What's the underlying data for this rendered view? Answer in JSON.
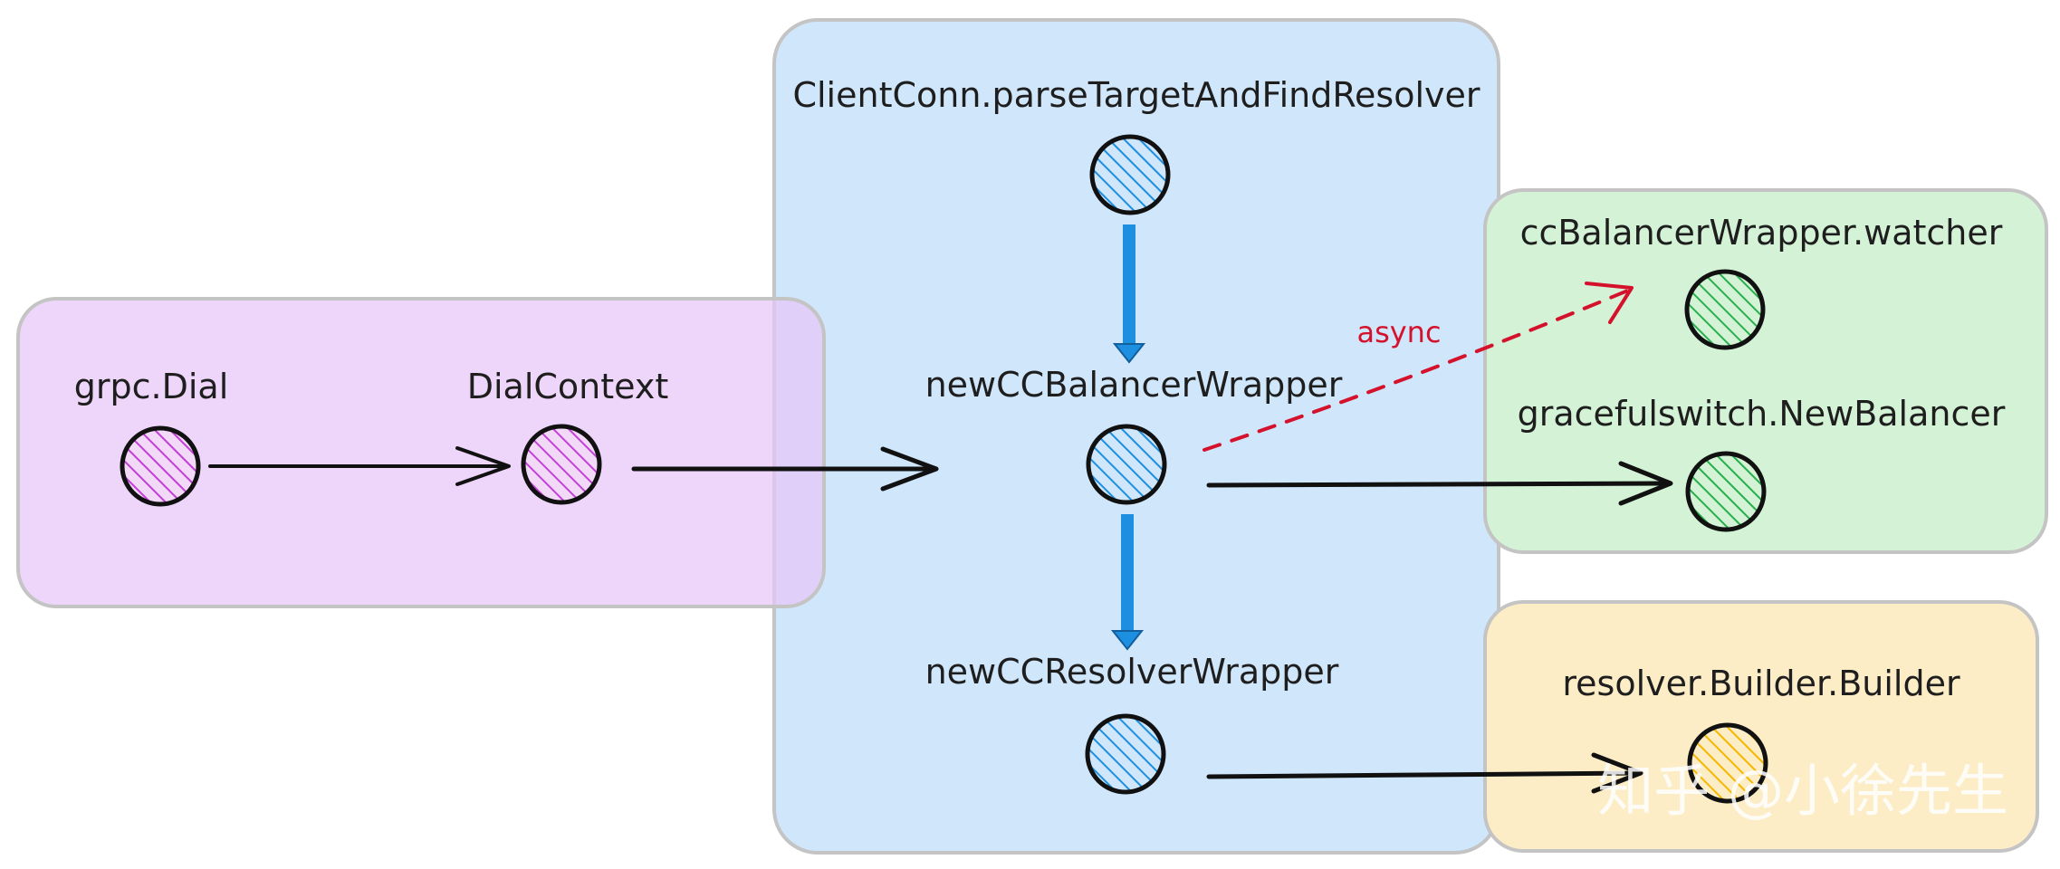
{
  "colors": {
    "pink_fill": "#f3d9f8",
    "pink_node": "#c240d8",
    "blue_fill": "#cfe6fb",
    "blue_node": "#1c8fe0",
    "green_fill": "#d4f2d6",
    "green_node": "#27b04c",
    "yellow_fill": "#fdedc6",
    "yellow_node": "#f5b800",
    "border": "#c4c4c4",
    "edge": "#111111",
    "async": "#d5122c"
  },
  "nodes": {
    "grpc_dial": "grpc.Dial",
    "dial_context": "DialContext",
    "parse_target": "ClientConn.parseTargetAndFindResolver",
    "new_cc_balancer": "newCCBalancerWrapper",
    "new_cc_resolver": "newCCResolverWrapper",
    "watcher": "ccBalancerWrapper.watcher",
    "graceful_switch": "gracefulswitch.NewBalancer",
    "resolver_builder": "resolver.Builder.Builder"
  },
  "edges": {
    "async_label": "async"
  },
  "watermark": "知乎 @小徐先生"
}
